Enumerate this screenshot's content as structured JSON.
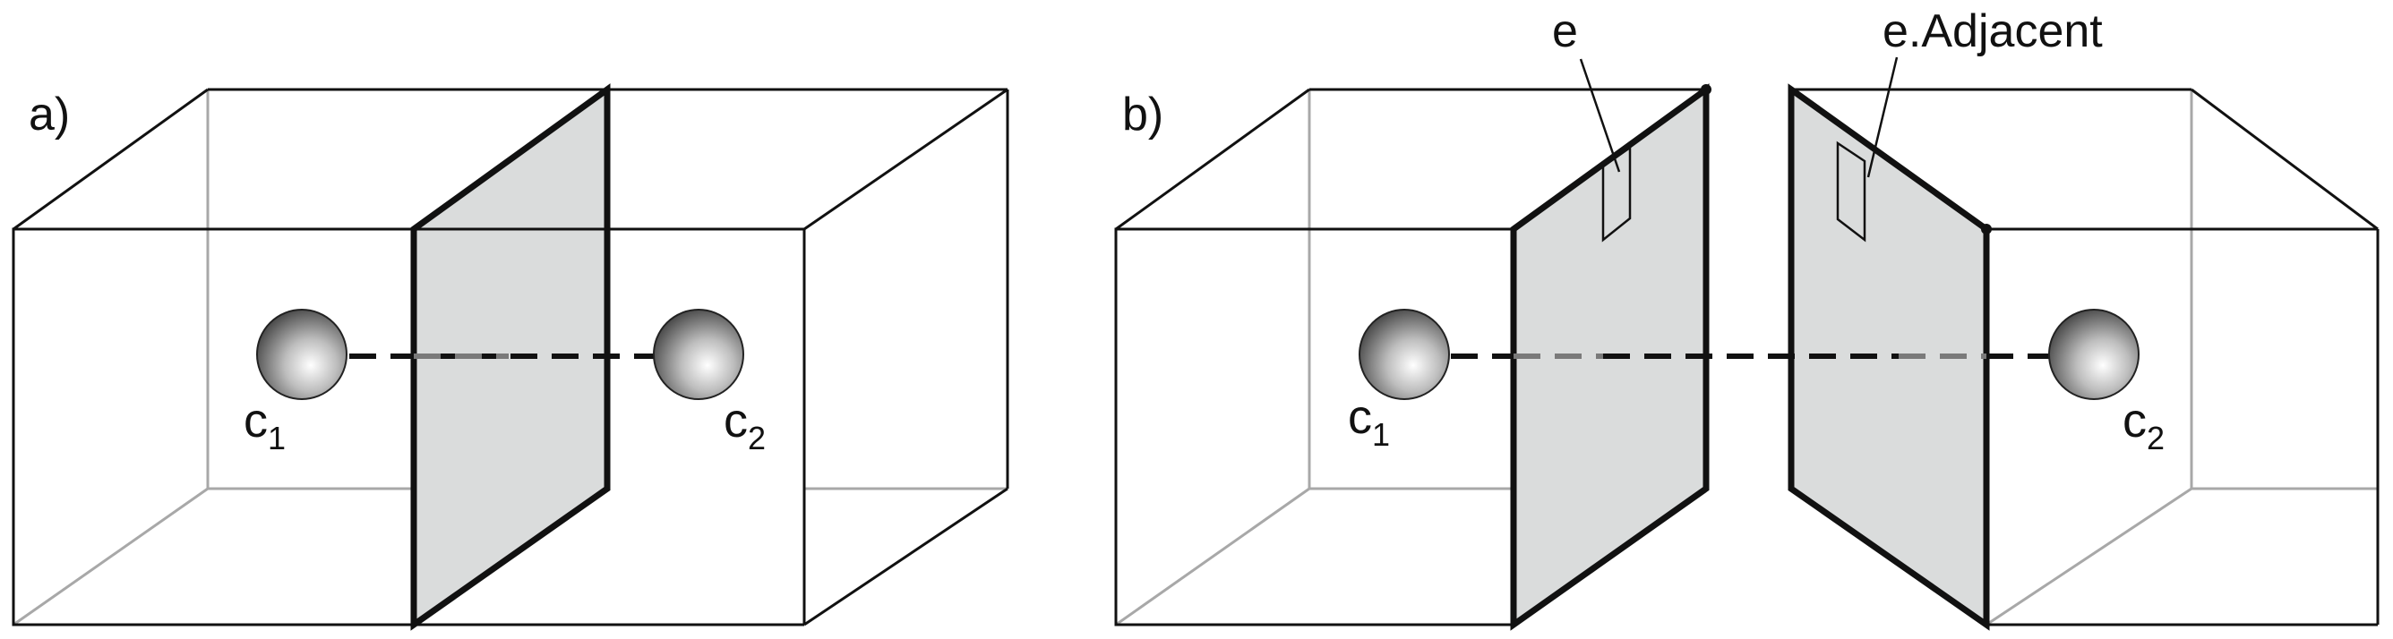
{
  "panel_a": {
    "label": "a)",
    "cell1_label": "c",
    "cell1_sub": "1",
    "cell2_label": "c",
    "cell2_sub": "2"
  },
  "panel_b": {
    "label": "b)",
    "cell1_label": "c",
    "cell1_sub": "1",
    "cell2_label": "c",
    "cell2_sub": "2",
    "edge_label": "e",
    "adjacent_label": "e.Adjacent"
  }
}
